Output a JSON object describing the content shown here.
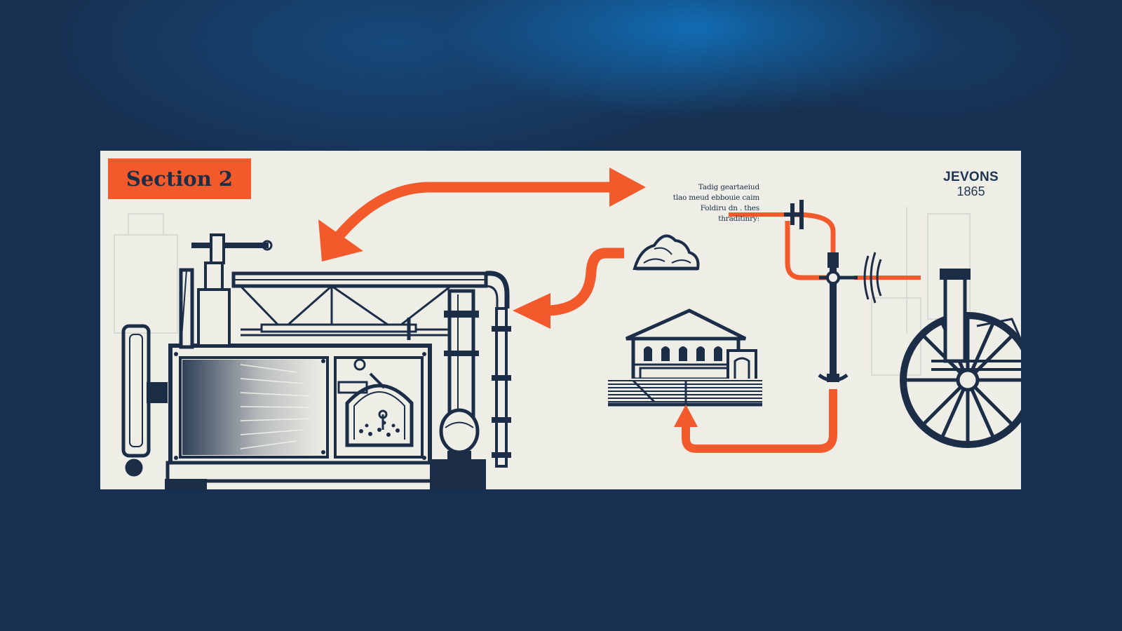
{
  "panel": {
    "section_label": "Section 2",
    "author": {
      "name": "JEVONS",
      "year": "1865"
    },
    "caption_lines": [
      "Tadig geartaeiud",
      "tlao meud ebbouie caim",
      "Foldiru dn . thes",
      "thraditinry:"
    ]
  },
  "diagram_nodes": [
    "steam-engine",
    "coal-pile",
    "building",
    "pipe-valve-system",
    "wheeled-machine"
  ],
  "colors": {
    "background": "#17304f",
    "glow": "#1076c4",
    "panel": "#eeeee6",
    "accent": "#f2592b",
    "ink": "#1c2d48"
  }
}
